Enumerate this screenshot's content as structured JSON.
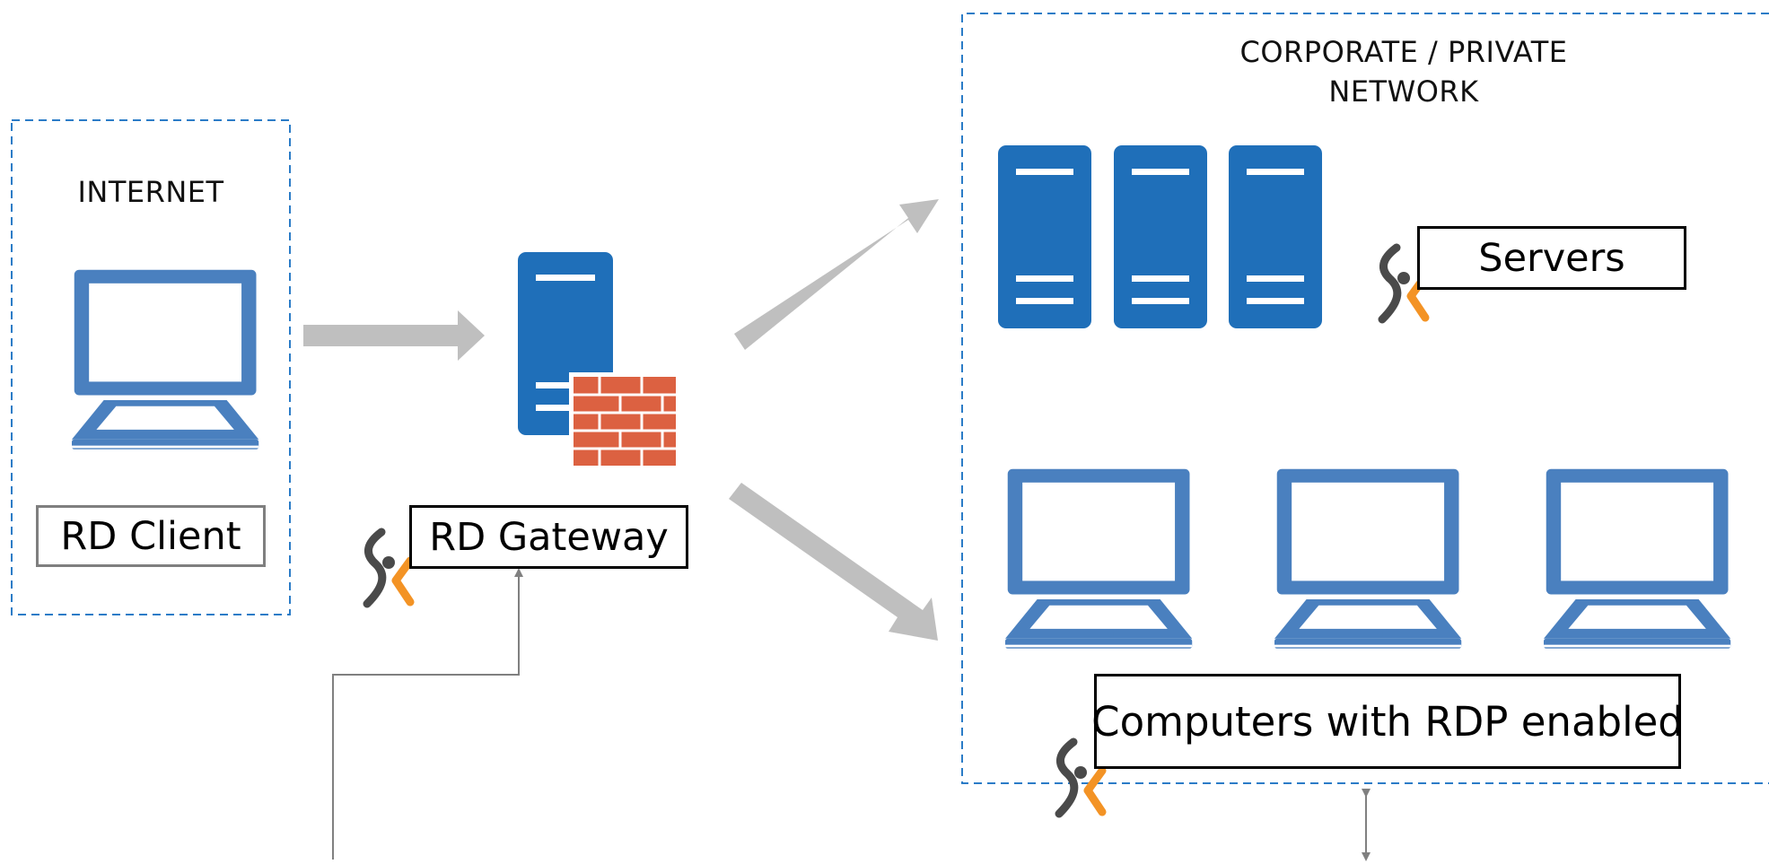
{
  "colors": {
    "zone_border": "#2b7cc7",
    "server_blue": "#1f6fb9",
    "laptop_blue": "#4a80bf",
    "firewall": "#dc6141",
    "flow_arrow": "#bfbfbf",
    "connector": "#808080",
    "logo_dark": "#4a4a4a",
    "logo_orange": "#f39325"
  },
  "zones": {
    "internet": {
      "title": "INTERNET"
    },
    "corporate": {
      "title_line1": "CORPORATE / PRIVATE",
      "title_line2": "NETWORK"
    }
  },
  "labels": {
    "rd_client": "RD Client",
    "rd_gateway": "RD Gateway",
    "servers": "Servers",
    "computers": "Computers with RDP enabled"
  },
  "icons": {
    "client": "laptop-icon",
    "gateway": "server-with-firewall-icon",
    "servers": "server-rack-icon",
    "computers": "laptop-icon",
    "product_logo": "sk-logo-icon"
  },
  "counts": {
    "servers": 3,
    "computers": 3
  }
}
